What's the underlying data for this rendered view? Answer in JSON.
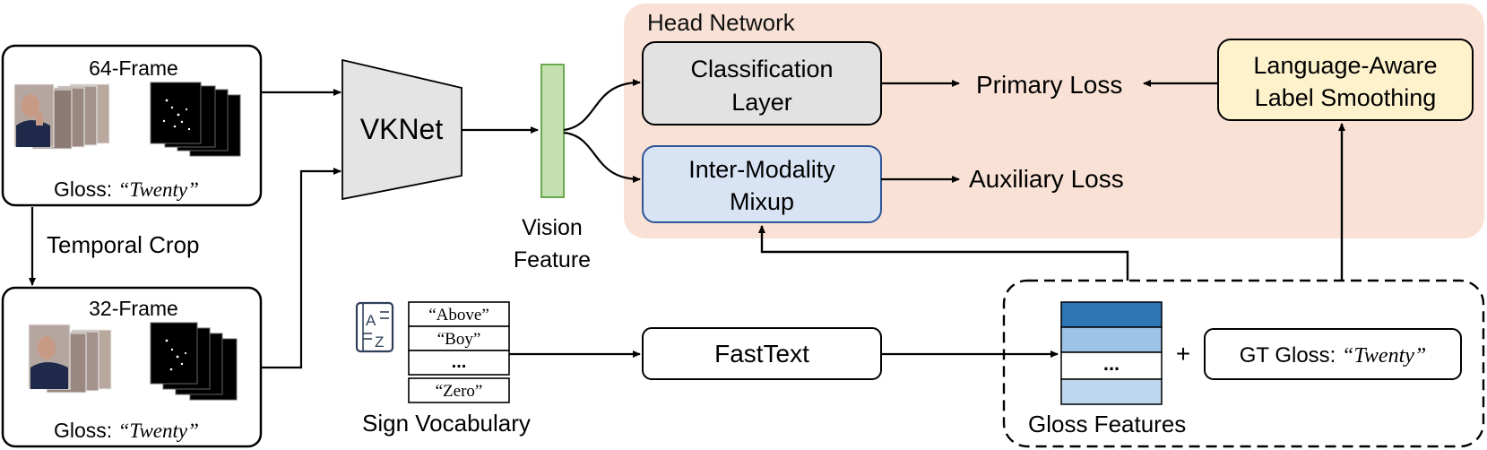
{
  "clip64": {
    "title": "64-Frame",
    "gloss_prefix": "Gloss: ",
    "gloss_value": "“Twenty”"
  },
  "clip32": {
    "title": "32-Frame",
    "gloss_prefix": "Gloss: ",
    "gloss_value": "“Twenty”"
  },
  "temporal_crop": "Temporal Crop",
  "vknet": "VKNet",
  "vision_feature": [
    "Vision",
    "Feature"
  ],
  "head_network": {
    "title": "Head Network",
    "classification": [
      "Classification",
      "Layer"
    ],
    "mixup": [
      "Inter-Modality",
      "Mixup"
    ],
    "primary_loss": "Primary Loss",
    "auxiliary_loss": "Auxiliary Loss",
    "lals": [
      "Language-Aware",
      "Label Smoothing"
    ]
  },
  "vocabulary": {
    "words": [
      "“Above”",
      "“Boy”",
      "...",
      "“Zero”"
    ],
    "label": "Sign Vocabulary",
    "icon_letters": [
      "A",
      "Z"
    ]
  },
  "fasttext": "FastText",
  "gloss_features": {
    "label": "Gloss Features",
    "ellipsis": "...",
    "plus": "+",
    "gt_prefix": "GT Gloss: ",
    "gt_value": "“Twenty”"
  },
  "colors": {
    "head_bg": "#f9e2d5",
    "classification_fill": "#e2e2e2",
    "mixup_fill": "#d8e3f4",
    "mixup_stroke": "#2f5597",
    "lals_fill": "#fdf2cc",
    "vision_fill": "#c4e0b0",
    "vision_stroke": "#6aa84f",
    "vknet_fill": "#e4e4e4",
    "feat_dark": "#2e75b6",
    "feat_light": "#9dc3e6",
    "feat_lighter": "#bdd7ee"
  }
}
